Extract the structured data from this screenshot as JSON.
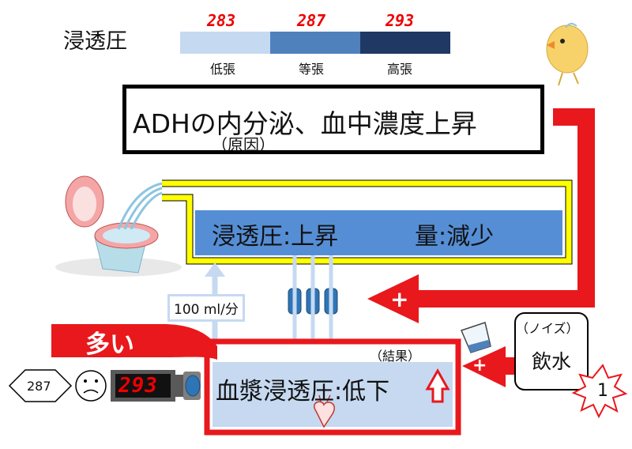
{
  "scale": {
    "title": "浸透圧",
    "values": [
      "283",
      "287",
      "293"
    ],
    "labels": [
      "低張",
      "等張",
      "高張"
    ],
    "colors": [
      "#c5d9f1",
      "#4f81bd",
      "#1f3864"
    ]
  },
  "cause": {
    "title": "ADHの内分泌、血中濃度上昇",
    "subtitle": "（原因）"
  },
  "tubule": {
    "text1": "浸透圧:上昇",
    "text2": "量:減少"
  },
  "flow": {
    "label": "100 ml/分"
  },
  "plasma": {
    "result_label": "（結果）",
    "text": "血漿浸透圧:低下"
  },
  "many_label": "多い",
  "noise": {
    "paren": "（ノイズ）",
    "label": "飲水",
    "number": "1"
  },
  "plus_signs": [
    "+",
    "+"
  ],
  "meter": {
    "hex_value": "287",
    "display": "293"
  },
  "colors": {
    "red": "#e8181c",
    "blue": "#558ed5",
    "lightblue": "#c6d9f1",
    "yellow": "#ffff00"
  }
}
